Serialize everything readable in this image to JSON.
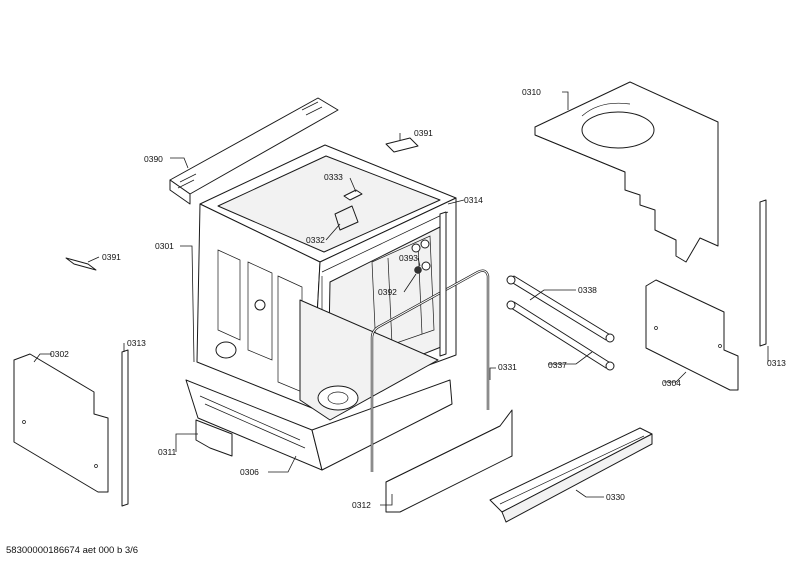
{
  "labels": {
    "p0301": "0301",
    "p0302": "0302",
    "p0304": "0304",
    "p0306": "0306",
    "p0310": "0310",
    "p0311": "0311",
    "p0312": "0312",
    "p0313a": "0313",
    "p0313b": "0313",
    "p0314": "0314",
    "p0330": "0330",
    "p0331": "0331",
    "p0332": "0332",
    "p0333": "0333",
    "p0337": "0337",
    "p0338": "0338",
    "p0390": "0390",
    "p0391a": "0391",
    "p0391b": "0391",
    "p0392": "0392",
    "p0393": "0393"
  },
  "footer": "58300000186674 aet 000 b 3/6"
}
